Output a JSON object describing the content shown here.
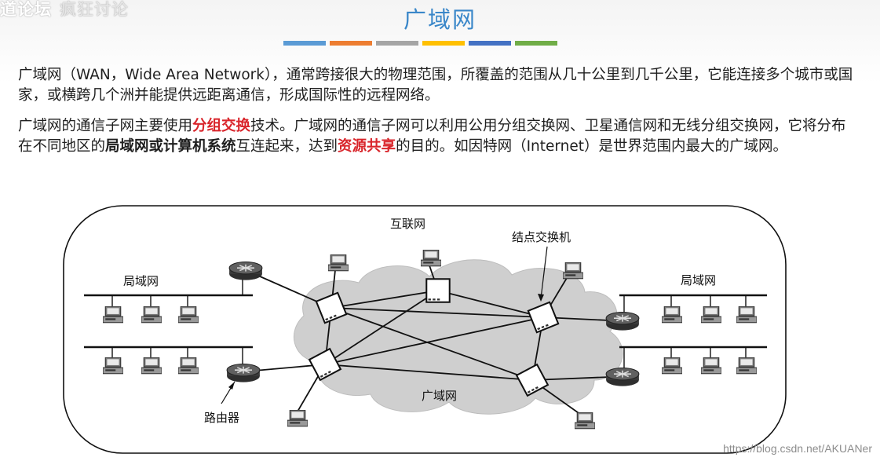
{
  "corner": {
    "brand": "道论坛",
    "faint": "疯狂讨论"
  },
  "title": "广域网",
  "color_bar": [
    "#5b9bd5",
    "#ed7d31",
    "#a5a5a5",
    "#ffc000",
    "#4472c4",
    "#70ad47"
  ],
  "paragraph1": "广域网（WAN，Wide Area Network），通常跨接很大的物理范围，所覆盖的范围从几十公里到几千公里，它能连接多个城市或国家，或横跨几个洲并能提供远距离通信，形成国际性的远程网络。",
  "paragraph2": {
    "p1": "广域网的通信子网主要使用",
    "h1": "分组交换",
    "p2": "技术。广域网的通信子网可以利用公用分组交换网、卫星通信网和无线分组交换网，它将分布在不同地区的",
    "h2": "局域网或计算机系统",
    "p3": "互连起来，达到",
    "h3": "资源共享",
    "p4": "的目的。如因特网（Internet）是世界范围内最大的广域网。"
  },
  "diagram": {
    "internet_label": "互联网",
    "node_switch_label": "结点交换机",
    "lan_left_label": "局域网",
    "lan_right_label": "局域网",
    "wan_label": "广域网",
    "router_label": "路由器"
  },
  "watermark": "https://blog.csdn.net/AKUANer"
}
